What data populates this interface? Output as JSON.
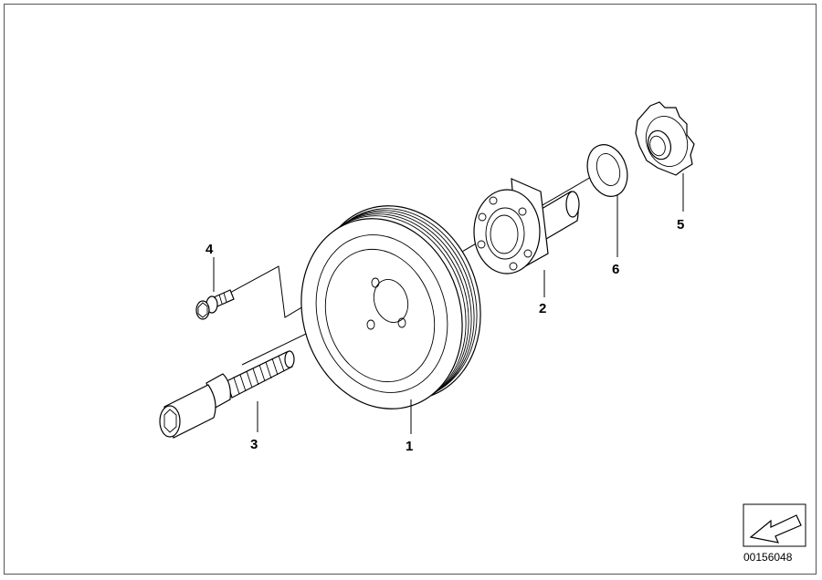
{
  "diagram": {
    "callouts": [
      {
        "id": "c1",
        "label": "1"
      },
      {
        "id": "c2",
        "label": "2"
      },
      {
        "id": "c3",
        "label": "3"
      },
      {
        "id": "c4",
        "label": "4"
      },
      {
        "id": "c5",
        "label": "5"
      },
      {
        "id": "c6",
        "label": "6"
      }
    ],
    "diagram_number": "00156048"
  }
}
